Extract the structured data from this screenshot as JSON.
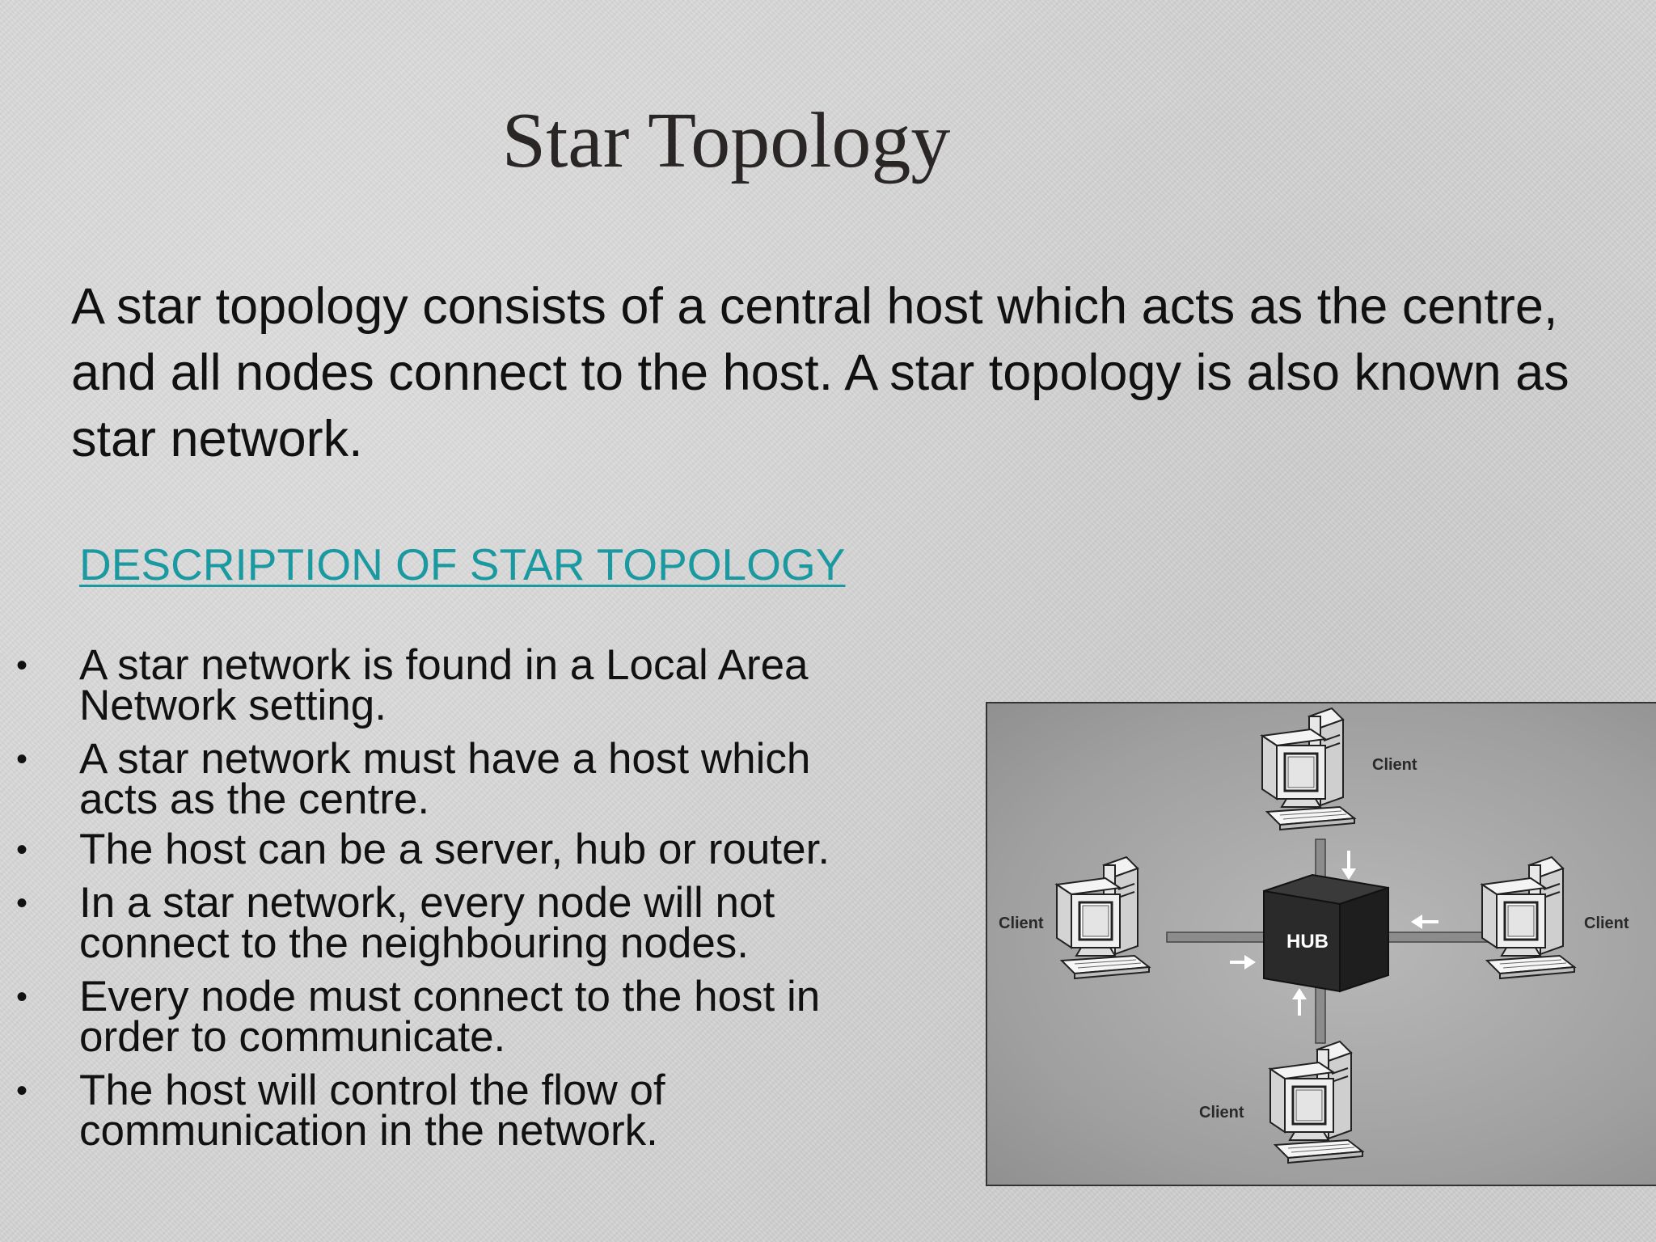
{
  "slide": {
    "title": "Star Topology",
    "intro": "A star topology consists of a central host which acts as the centre, and all nodes connect to the host. A star topology is also known as star network.",
    "section_heading": "DESCRIPTION OF STAR TOPOLOGY",
    "bullet_symbol": "•",
    "bullets": [
      {
        "line1": "A star network is found in a Local Area",
        "line2": "Network setting."
      },
      {
        "line1": "A star network must have a host which",
        "line2": "acts as the centre."
      },
      {
        "line1": "The host can be a server, hub or router.",
        "line2": ""
      },
      {
        "line1": "In a star network, every node will not",
        "line2": "connect to the neighbouring nodes."
      },
      {
        "line1": "Every node must connect to the host in",
        "line2": "order to communicate."
      },
      {
        "line1": "The host will control the flow of",
        "line2": "communication in the network."
      }
    ]
  },
  "diagram": {
    "hub_label": "HUB",
    "client_labels": {
      "top": "Client",
      "left": "Client",
      "right": "Client",
      "bottom": "Client"
    },
    "icons": [
      "computer-icon",
      "hub-icon",
      "arrow-icon"
    ]
  }
}
